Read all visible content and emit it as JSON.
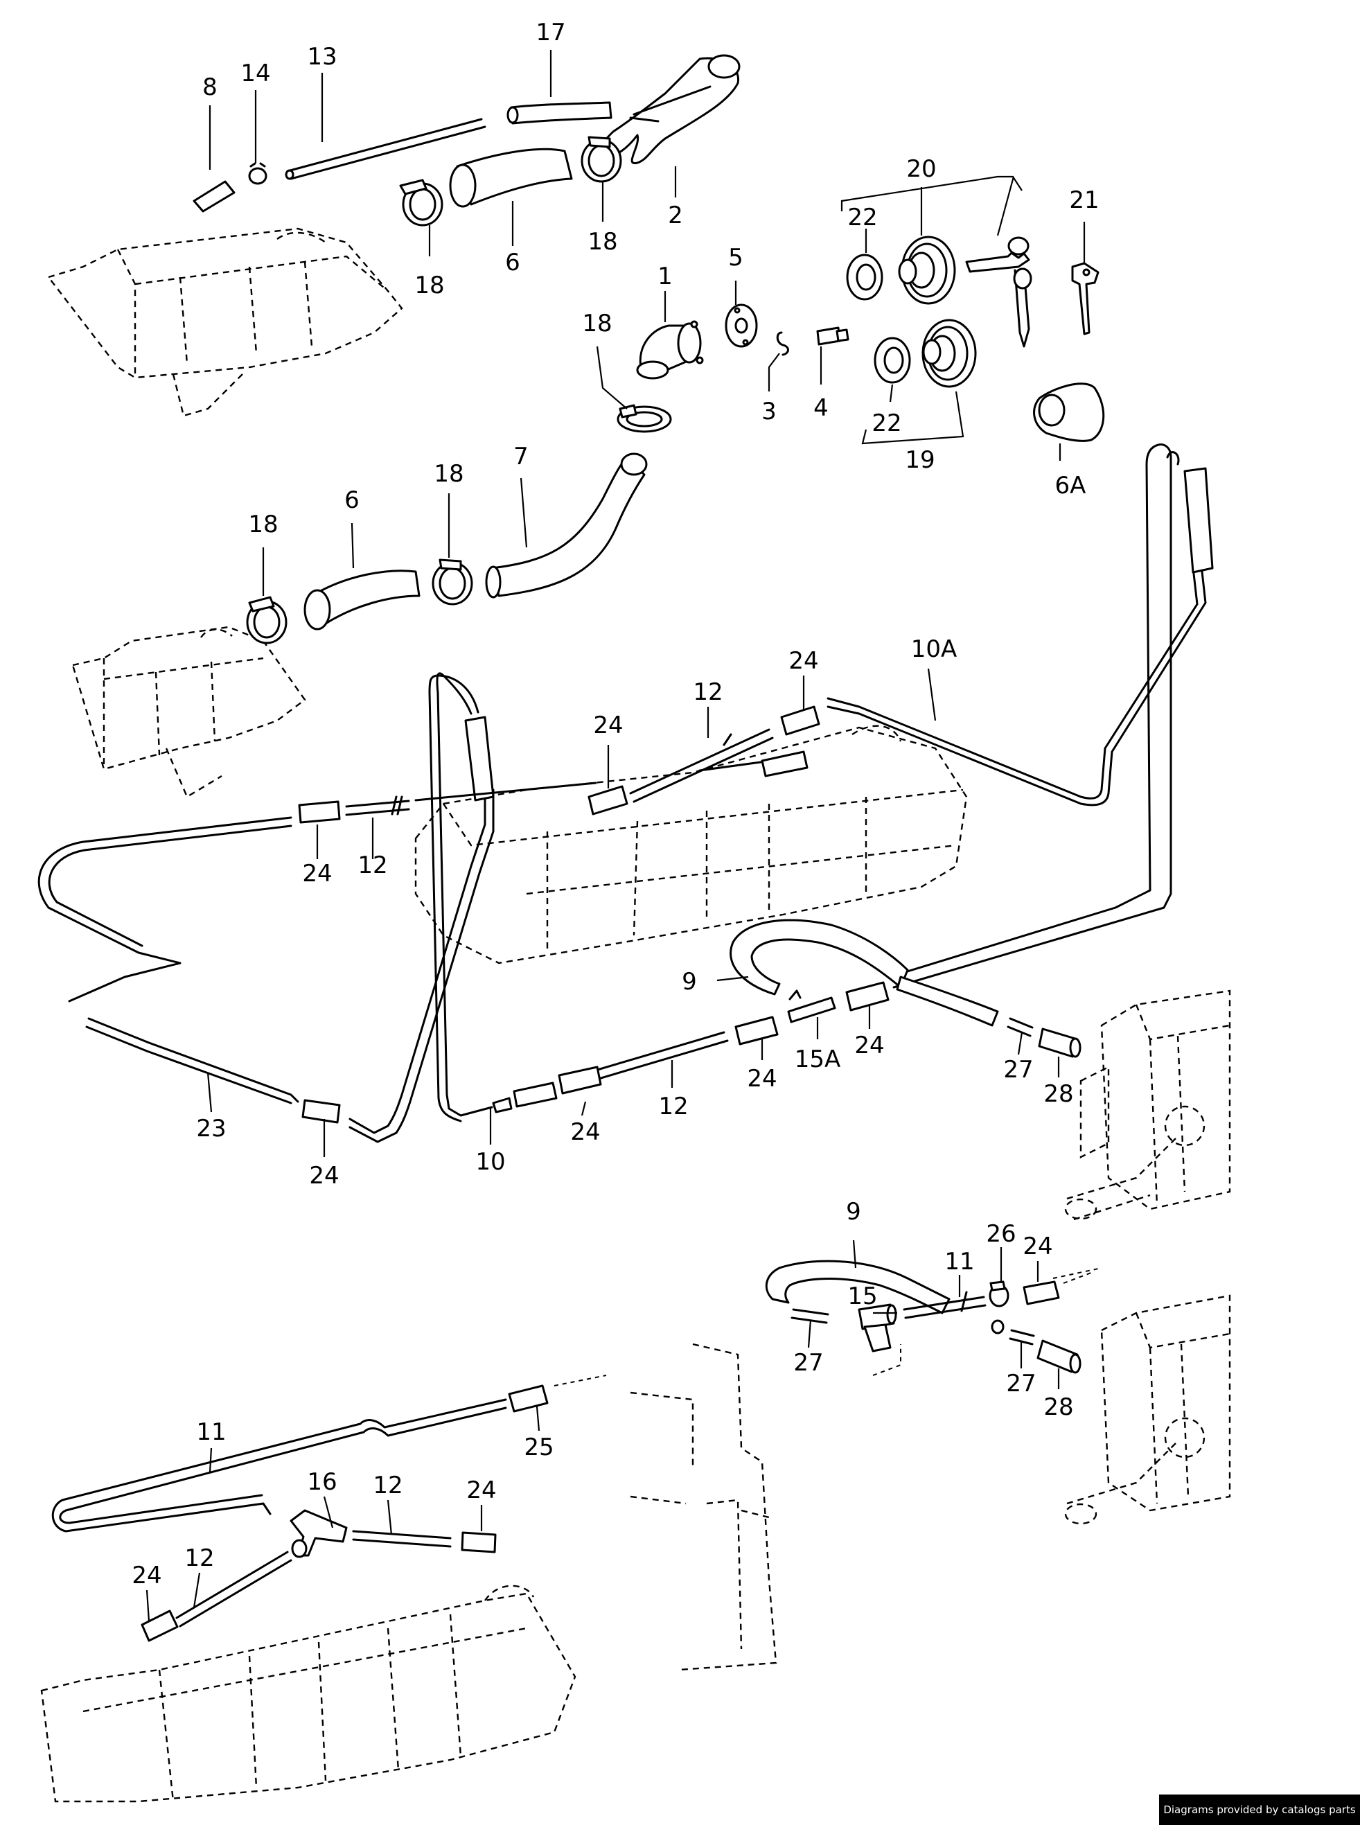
{
  "callouts": {
    "c8": "8",
    "c14": "14",
    "c13": "13",
    "c17": "17",
    "c2": "2",
    "c18a": "18",
    "c6a": "6",
    "c18b": "18",
    "c20": "20",
    "c21": "21",
    "c22a": "22",
    "c1": "1",
    "c5": "5",
    "c18c": "18",
    "c3": "3",
    "c4": "4",
    "c22b": "22",
    "c19": "19",
    "c6A": "6A",
    "c18d": "18",
    "c6b": "6",
    "c18e": "18",
    "c7": "7",
    "c24a": "24",
    "c10A": "10A",
    "c12a": "12",
    "c24b": "24",
    "c24c": "24",
    "c12b": "12",
    "c9a": "9",
    "c15A": "15A",
    "c24d": "24",
    "c24e": "24",
    "c27a": "27",
    "c28a": "28",
    "c23": "23",
    "c24f": "24",
    "c10": "10",
    "c24g": "24",
    "c12c": "12",
    "c9b": "9",
    "c26": "26",
    "c24h": "24",
    "c11a": "11",
    "c15": "15",
    "c27b": "27",
    "c27c": "27",
    "c28b": "28",
    "c11b": "11",
    "c25": "25",
    "c16": "16",
    "c12d": "12",
    "c24i": "24",
    "c12e": "12",
    "c24j": "24"
  },
  "footer": {
    "credit": "Diagrams provided by catalogs parts"
  }
}
